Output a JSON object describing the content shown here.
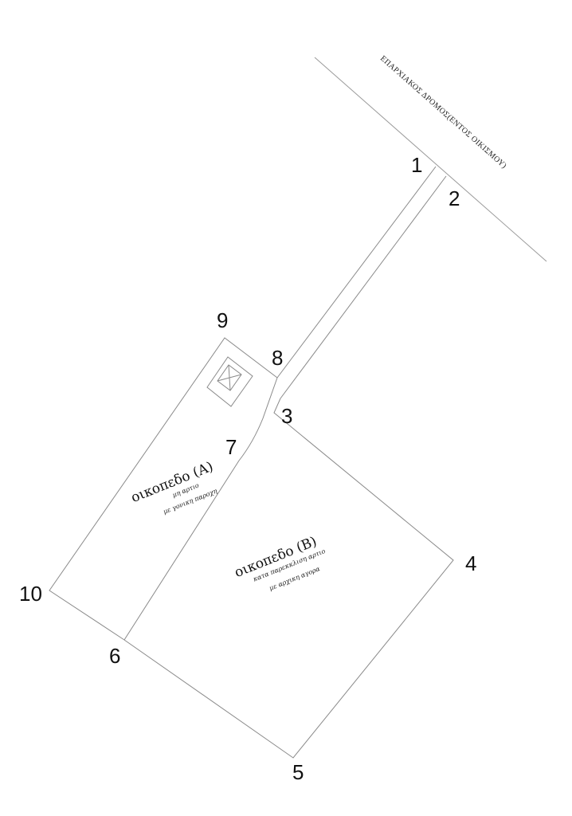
{
  "road": {
    "label": "ΕΠΑΡΧΙΑΚΟΣ ΔΡΟΜΟΣ(ΕΝΤΟΣ ΟΙΚΙΣΜΟΥ)"
  },
  "points": {
    "p1": "1",
    "p2": "2",
    "p3": "3",
    "p4": "4",
    "p5": "5",
    "p6": "6",
    "p7": "7",
    "p8": "8",
    "p9": "9",
    "p10": "10"
  },
  "plot_a": {
    "title": "οικοπεδο (Α)",
    "line1": "μη αρτιο",
    "line2": "με γονικη παροχη"
  },
  "plot_b": {
    "title": "οικοπεδο (Β)",
    "line1": "κατα παρεκκλιση αρτιο",
    "line2": "με αρχικη αγορα"
  }
}
